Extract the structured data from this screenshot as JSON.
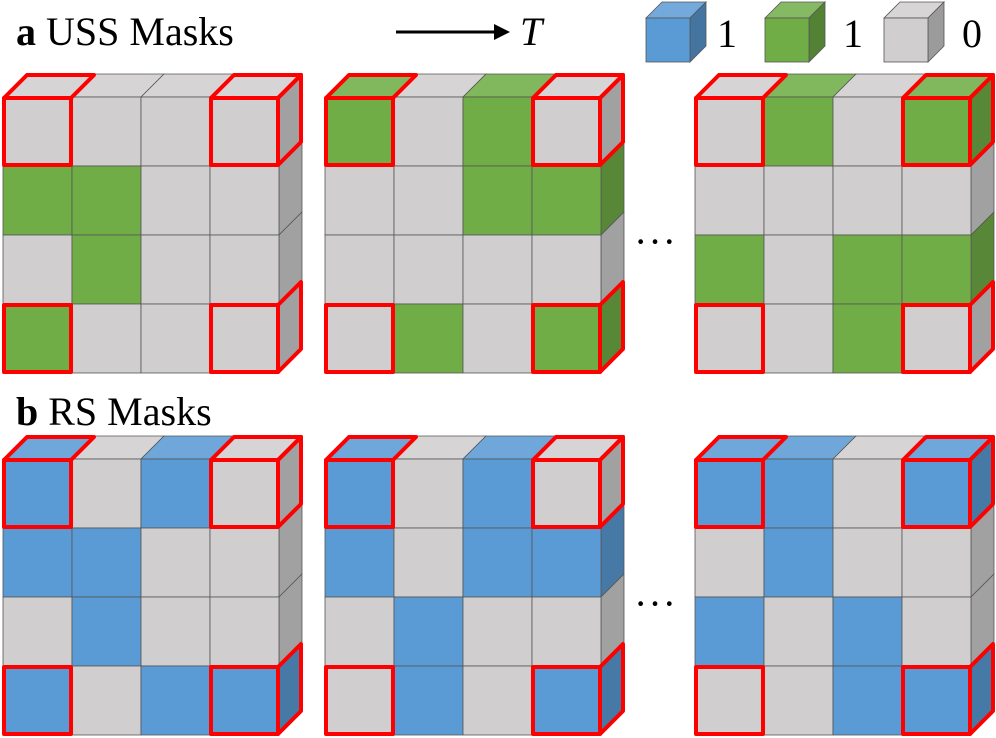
{
  "panel_a": {
    "letter": "a",
    "title": "USS Masks",
    "color": "#70ad47",
    "masks": [
      [
        [
          0,
          0,
          0,
          0
        ],
        [
          1,
          1,
          0,
          0
        ],
        [
          0,
          1,
          0,
          0
        ],
        [
          1,
          0,
          0,
          0
        ]
      ],
      [
        [
          1,
          0,
          1,
          0
        ],
        [
          0,
          0,
          1,
          1
        ],
        [
          0,
          0,
          0,
          0
        ],
        [
          0,
          1,
          0,
          1
        ]
      ],
      [
        [
          0,
          1,
          0,
          1
        ],
        [
          0,
          0,
          0,
          0
        ],
        [
          1,
          0,
          1,
          1
        ],
        [
          0,
          0,
          1,
          0
        ]
      ]
    ]
  },
  "panel_b": {
    "letter": "b",
    "title": "RS Masks",
    "color": "#5b9bd5",
    "masks": [
      [
        [
          1,
          0,
          1,
          0
        ],
        [
          1,
          1,
          0,
          0
        ],
        [
          0,
          1,
          0,
          0
        ],
        [
          1,
          0,
          1,
          1
        ]
      ],
      [
        [
          1,
          0,
          1,
          0
        ],
        [
          1,
          0,
          1,
          1
        ],
        [
          0,
          1,
          0,
          0
        ],
        [
          0,
          1,
          0,
          1
        ]
      ],
      [
        [
          1,
          1,
          0,
          1
        ],
        [
          0,
          1,
          0,
          0
        ],
        [
          1,
          0,
          1,
          0
        ],
        [
          0,
          0,
          1,
          1
        ]
      ]
    ]
  },
  "time_label": "T",
  "ellipsis": "···",
  "legend": [
    {
      "value": "1",
      "color": "#5b9bd5",
      "icon": "blue-cube-icon"
    },
    {
      "value": "1",
      "color": "#70ad47",
      "icon": "green-cube-icon"
    },
    {
      "value": "0",
      "color": "#d0cece",
      "icon": "gray-cube-icon"
    }
  ],
  "highlight_color": "#ff0000",
  "zero_color": "#d0cece"
}
